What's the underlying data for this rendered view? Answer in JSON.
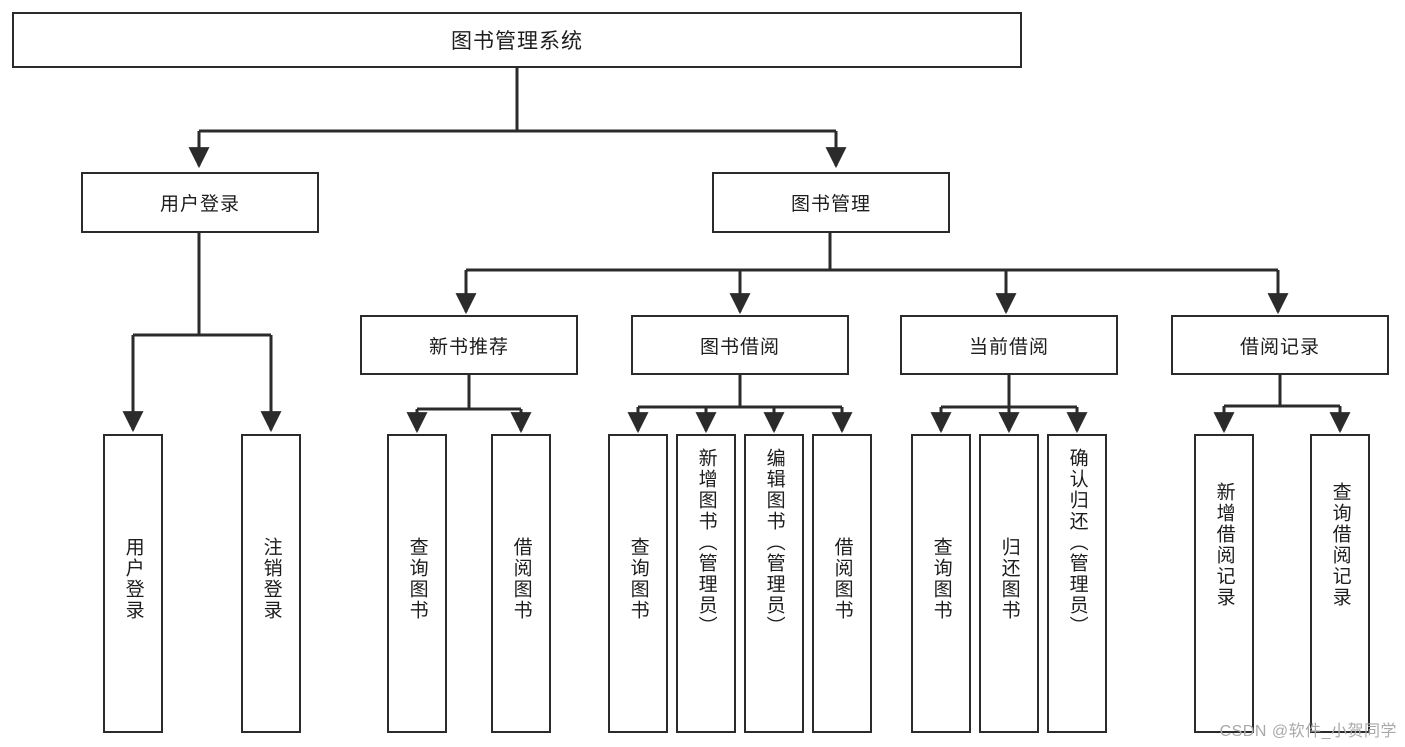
{
  "diagram": {
    "title": "图书管理系统",
    "type": "tree",
    "root": {
      "id": "root",
      "label": "图书管理系统"
    },
    "level1": [
      {
        "id": "user-login",
        "label": "用户登录"
      },
      {
        "id": "book-manage",
        "label": "图书管理"
      }
    ],
    "level2": [
      {
        "id": "new-book-recommend",
        "label": "新书推荐",
        "parent": "book-manage"
      },
      {
        "id": "book-borrow",
        "label": "图书借阅",
        "parent": "book-manage"
      },
      {
        "id": "current-borrow",
        "label": "当前借阅",
        "parent": "book-manage"
      },
      {
        "id": "borrow-record",
        "label": "借阅记录",
        "parent": "book-manage"
      }
    ],
    "leaves": [
      {
        "id": "leaf-user-login",
        "label": "用户登录",
        "parent": "user-login"
      },
      {
        "id": "leaf-user-logout",
        "label": "注销登录",
        "parent": "user-login"
      },
      {
        "id": "leaf-query-book-1",
        "label": "查询图书",
        "parent": "new-book-recommend"
      },
      {
        "id": "leaf-borrow-book-1",
        "label": "借阅图书",
        "parent": "new-book-recommend"
      },
      {
        "id": "leaf-query-book-2",
        "label": "查询图书",
        "parent": "book-borrow"
      },
      {
        "id": "leaf-add-book",
        "label": "新增图书（管理员）",
        "parent": "book-borrow"
      },
      {
        "id": "leaf-edit-book",
        "label": "编辑图书（管理员）",
        "parent": "book-borrow"
      },
      {
        "id": "leaf-borrow-book-2",
        "label": "借阅图书",
        "parent": "book-borrow"
      },
      {
        "id": "leaf-query-book-3",
        "label": "查询图书",
        "parent": "current-borrow"
      },
      {
        "id": "leaf-return-book",
        "label": "归还图书",
        "parent": "current-borrow"
      },
      {
        "id": "leaf-confirm-return",
        "label": "确认归还（管理员）",
        "parent": "current-borrow"
      },
      {
        "id": "leaf-add-record",
        "label": "新增借阅记录",
        "parent": "borrow-record"
      },
      {
        "id": "leaf-query-record",
        "label": "查询借阅记录",
        "parent": "borrow-record"
      }
    ],
    "colors": {
      "box_border": "#2b2b2b",
      "box_fill": "#ffffff",
      "edge": "#2b2b2b",
      "text": "#1d1d1d",
      "watermark": "#a9a9a9"
    }
  },
  "watermark": {
    "text": "CSDN @软件_小贺同学"
  }
}
